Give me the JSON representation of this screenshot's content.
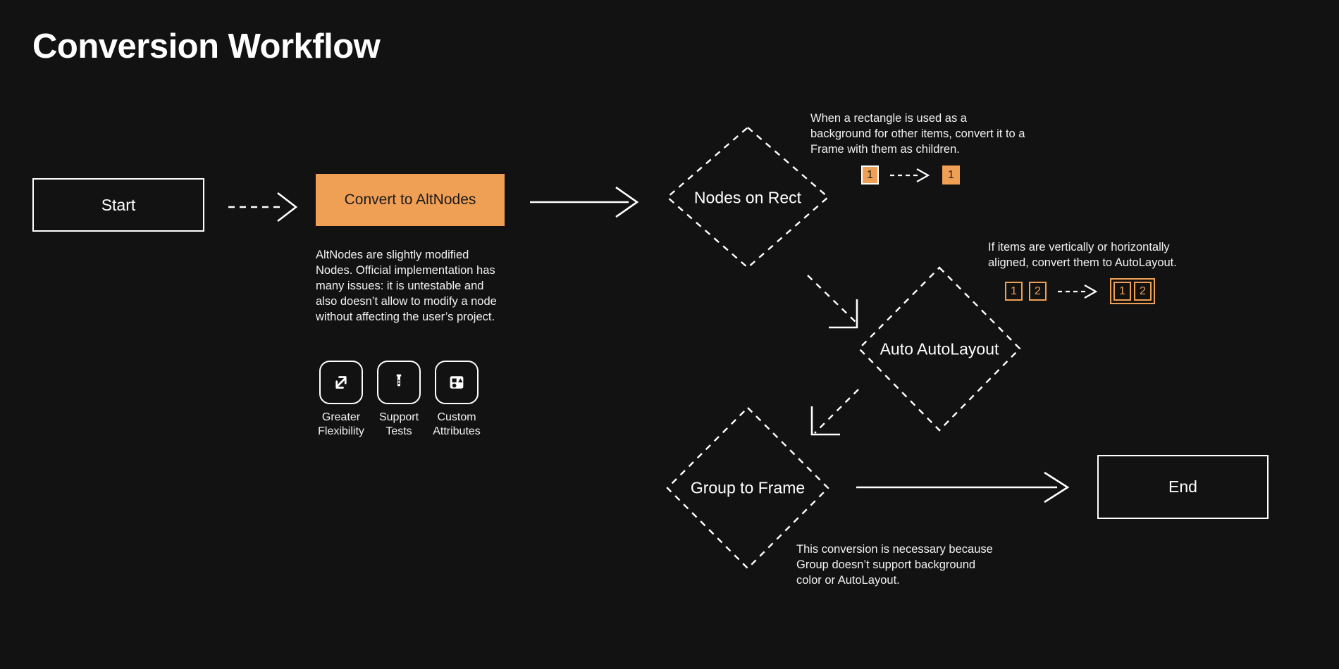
{
  "page": {
    "title": "Conversion Workflow",
    "background_color": "#121212",
    "accent_color": "#F0A055",
    "text_color": "#FFFFFF"
  },
  "nodes": {
    "start": {
      "label": "Start",
      "shape": "rectangle"
    },
    "convert": {
      "label": "Convert to AltNodes",
      "shape": "rectangle",
      "fill": "#F0A055"
    },
    "nodes_on_rect": {
      "label": "Nodes on Rect",
      "shape": "diamond"
    },
    "auto_autolayout": {
      "label": "Auto AutoLayout",
      "shape": "diamond"
    },
    "group_to_frame": {
      "label": "Group to Frame",
      "shape": "diamond"
    },
    "end": {
      "label": "End",
      "shape": "rectangle"
    }
  },
  "descriptions": {
    "altnodes": "AltNodes are slightly modified Nodes. Official implementation has many issues: it is untestable and also doesn’t allow to modify a node without affecting the user’s project.",
    "nodes_on_rect": "When a rectangle is used as a background for other items, convert it to a Frame with them as children.",
    "auto_autolayout": "If items are vertically or horizontally aligned, convert them to AutoLayout.",
    "group_to_frame": "This conversion is necessary because Group doesn’t support background color or AutoLayout."
  },
  "features": [
    {
      "icon": "expand-arrows-icon",
      "label": "Greater\nFlexibility"
    },
    {
      "icon": "test-tube-icon",
      "label": "Support\nTests"
    },
    {
      "icon": "shapes-icon",
      "label": "Custom\nAttributes"
    }
  ],
  "badge_illustrations": {
    "nodes_on_rect": {
      "before": [
        {
          "label": "1",
          "style": "outline-white"
        }
      ],
      "arrow": "dashed-arrow-icon",
      "after": [
        {
          "label": "1",
          "style": "filled"
        }
      ]
    },
    "auto_autolayout": {
      "before": [
        {
          "label": "1",
          "style": "outline-orange"
        },
        {
          "label": "2",
          "style": "outline-orange"
        }
      ],
      "arrow": "dashed-arrow-icon",
      "after": [
        {
          "label": "1",
          "style": "outline-orange"
        },
        {
          "label": "2",
          "style": "outline-orange"
        }
      ],
      "after_grouped": true
    }
  },
  "connectors": [
    {
      "from": "start",
      "to": "convert",
      "style": "dashed"
    },
    {
      "from": "convert",
      "to": "nodes_on_rect",
      "style": "solid"
    },
    {
      "from": "nodes_on_rect",
      "to": "auto_autolayout",
      "style": "dashed"
    },
    {
      "from": "auto_autolayout",
      "to": "group_to_frame",
      "style": "dashed"
    },
    {
      "from": "group_to_frame",
      "to": "end",
      "style": "solid"
    }
  ]
}
